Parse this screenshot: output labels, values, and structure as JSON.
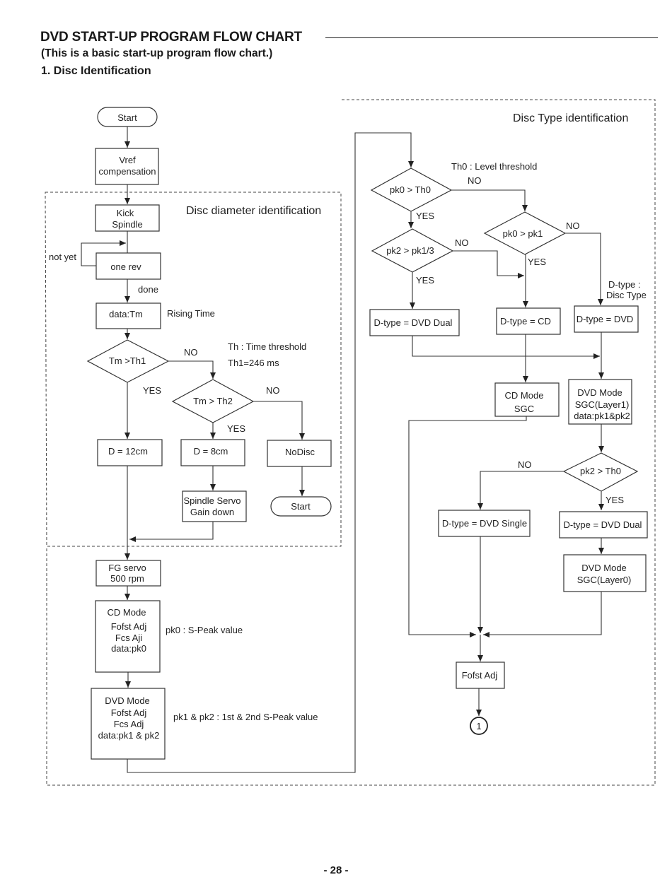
{
  "header": {
    "title": "DVD START-UP PROGRAM FLOW CHART",
    "subtitle": "(This is a basic start-up program flow chart.)",
    "section": "1. Disc Identification"
  },
  "regions": {
    "diameter": "Disc diameter identification",
    "type": "Disc Type identification"
  },
  "nodes": {
    "start": "Start",
    "vref": [
      "Vref",
      "compensation"
    ],
    "kick": [
      "Kick",
      "Spindle"
    ],
    "one_rev": "one rev",
    "data_tm": "data:Tm",
    "tm_th1": "Tm >Th1",
    "tm_th2": "Tm > Th2",
    "d12": "D = 12cm",
    "d8": "D = 8cm",
    "nodisc": "NoDisc",
    "start2": "Start",
    "spindle_servo": [
      "Spindle Servo",
      "Gain down"
    ],
    "fg_servo": [
      "FG servo",
      "500 rpm"
    ],
    "cd_mode": [
      "CD Mode",
      "Fofst Adj",
      "Fcs Aji",
      "data:pk0"
    ],
    "dvd_mode": [
      "DVD Mode",
      "Fofst Adj",
      "Fcs Adj",
      "data:pk1 & pk2"
    ],
    "pk0_th0": "pk0 > Th0",
    "pk2_pk1": "pk2 > pk1/3",
    "pk0_pk1": "pk0 > pk1",
    "dtype_dual": "D-type = DVD Dual",
    "dtype_cd": "D-type = CD",
    "dtype_dvd": "D-type = DVD",
    "cd_mode_sgc": [
      "CD Mode",
      "SGC"
    ],
    "dvd_mode_l1": [
      "DVD Mode",
      "SGC(Layer1)",
      "data:pk1&pk2"
    ],
    "pk2_th0": "pk2 > Th0",
    "dtype_single": "D-type = DVD Single",
    "dtype_dual2": "D-type = DVD Dual",
    "dvd_mode_l0": [
      "DVD Mode",
      "SGC(Layer0)"
    ],
    "fofst": "Fofst Adj",
    "connector": "1"
  },
  "edge_labels": {
    "not_yet": "not yet",
    "done": "done",
    "yes": "YES",
    "no": "NO"
  },
  "notes": {
    "rising_time": "Rising Time",
    "th_time": "Th : Time threshold",
    "th1": "Th1=246 ms",
    "pk0_peak": "pk0 : S-Peak value",
    "pk12_peak": "pk1 & pk2 : 1st & 2nd S-Peak value",
    "th0_level": "Th0 : Level threshold",
    "dtype_def": [
      "D-type :",
      "Disc Type"
    ]
  },
  "footer": {
    "page": "- 28 -"
  }
}
